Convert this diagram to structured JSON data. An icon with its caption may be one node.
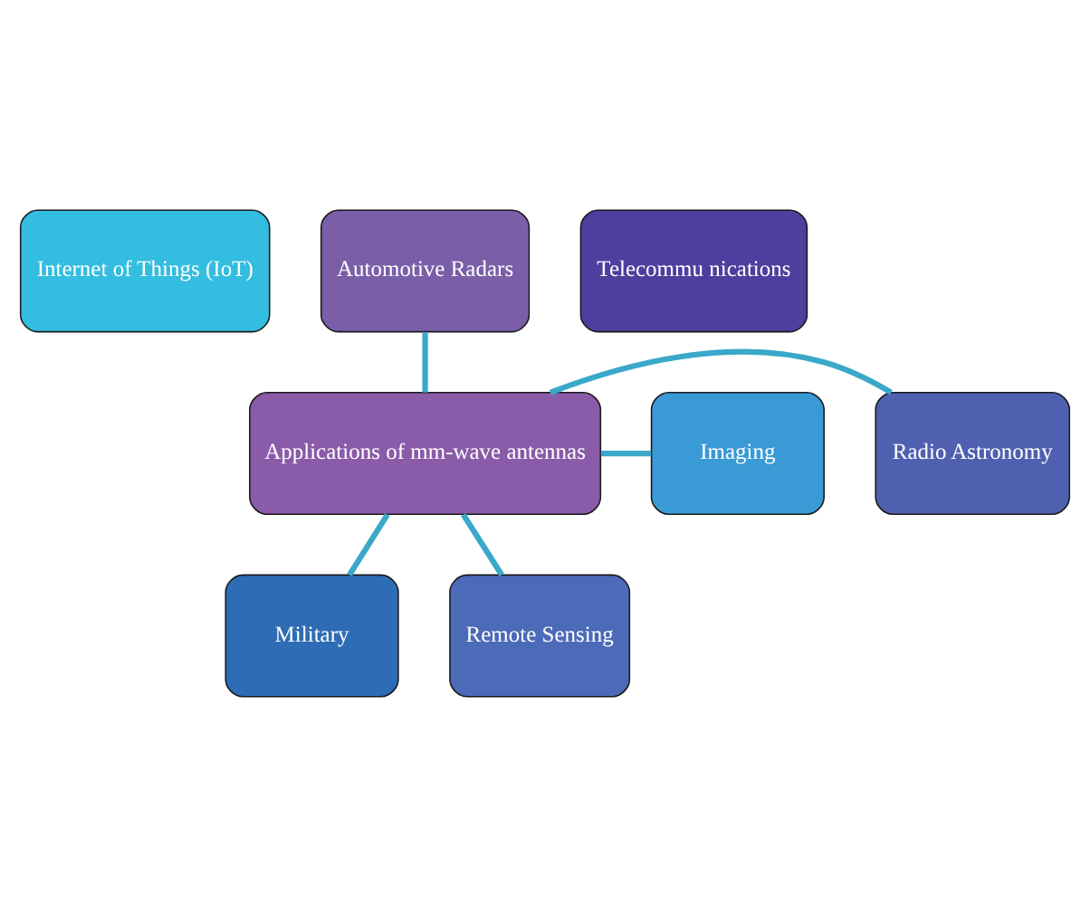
{
  "diagram": {
    "nodes": [
      {
        "text": [
          "Automotive Radars"
        ]
      },
      {
        "text": [
          "Internet of Things (IoT)"
        ]
      },
      {
        "text": [
          "Telecommu nications"
        ]
      },
      {
        "text": [
          "Applications of mm-wave antennas"
        ]
      },
      {
        "text": [
          "Imaging"
        ]
      },
      {
        "text": [
          "Radio Astronomy"
        ]
      },
      {
        "text": [
          "Military"
        ]
      },
      {
        "text": [
          "Remote Sensing"
        ]
      }
    ],
    "edges": [
      {
        "from": 3,
        "to": 0,
        "arrow": "none"
      },
      {
        "from": 3,
        "to": 4,
        "arrow": "none"
      },
      {
        "from": 3,
        "to": 5,
        "arrow": "none"
      },
      {
        "from": 3,
        "to": 6,
        "arrow": "none"
      },
      {
        "from": 3,
        "to": 7,
        "arrow": "none"
      }
    ]
  }
}
